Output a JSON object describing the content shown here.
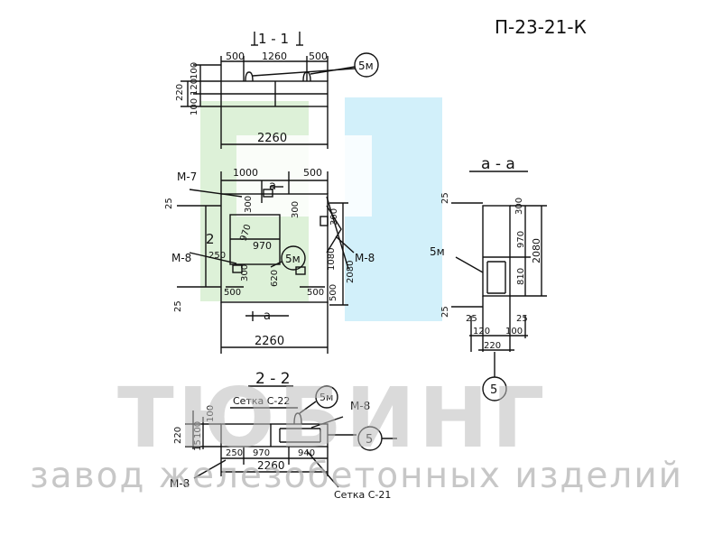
{
  "title": "П-23-21-К",
  "watermark": {
    "brand": "ТЮБИНГ",
    "tagline": "завод железобетонных изделий",
    "colors": {
      "green": "#d9f0d4",
      "blue": "#cdeefa",
      "gray": "#bdbdbd"
    }
  },
  "section_1_1": {
    "label": "1 - 1",
    "dims_top": [
      "500",
      "1260",
      "500"
    ],
    "dims_left": [
      "100",
      "120",
      "100",
      "220"
    ],
    "width": "2260",
    "callout": "5м"
  },
  "plan": {
    "mark_a_top": "a",
    "mark_a_bottom": "a",
    "dim_top_1": "1000",
    "dim_top_2": "500",
    "m7": "М-7",
    "m8_left": "М-8",
    "m8_right": "М-8",
    "dim_25_top": "25",
    "dim_25_bottom": "25",
    "d300a": "300",
    "d970v": "970",
    "d300b": "300",
    "d970h": "970",
    "d250": "250",
    "d300c": "300",
    "d620": "620",
    "d500a": "500",
    "d500b": "500",
    "d500c": "500",
    "d1080": "1080",
    "d2080": "2080",
    "d300d": "300",
    "section_mark_2": "2",
    "callout": "5м",
    "width": "2260"
  },
  "section_a_a": {
    "label": "a - a",
    "dim_25a": "25",
    "dim_25b": "25",
    "d300top": "300",
    "d970": "970",
    "d810": "810",
    "d2080": "2080",
    "callout_5m": "5м",
    "d25": "25",
    "d25b": "25",
    "d120": "120",
    "d100": "100",
    "d220": "220",
    "axis": "5"
  },
  "section_2_2": {
    "label": "2 - 2",
    "mesh_c22": "Сетка С-22",
    "callout": "5м",
    "m8_top": "М-8",
    "m8_left": "М-8",
    "axis": "5",
    "dims_left": [
      "220",
      "15",
      "100",
      "100"
    ],
    "d250": "250",
    "d970": "970",
    "d940": "940",
    "width": "2260",
    "mesh_c21": "Сетка С-21"
  }
}
